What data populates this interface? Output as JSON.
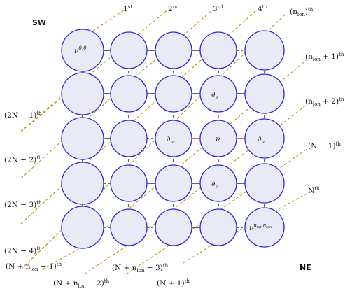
{
  "corners": {
    "sw": "SW",
    "ne": "NE"
  },
  "nodes": {
    "origin": {
      "base": "ν",
      "sup": "0,0"
    },
    "center": "ν",
    "neighbor": "∂",
    "neighbor_sub": "ν",
    "end": {
      "base": "ν",
      "sup": "n",
      "sup_sub1": "lat",
      "sup_sep": ",",
      "sup_n2": "n",
      "sup_sub2": "lon"
    }
  },
  "top_labels": [
    {
      "num": "1",
      "sup": "st"
    },
    {
      "num": "2",
      "sup": "nd"
    },
    {
      "num": "3",
      "sup": "rd"
    },
    {
      "num": "4",
      "sup": "th"
    }
  ],
  "right_labels": {
    "r0": {
      "pre": "(n",
      "sub": "lon",
      "post": ")",
      "sup": "th"
    },
    "r1": {
      "pre": "(n",
      "sub": "lon",
      "post": " + 1)",
      "sup": "th"
    },
    "r2": {
      "pre": "(n",
      "sub": "lon",
      "post": " + 2)",
      "sup": "th"
    },
    "r3": {
      "pre": "(N − 1)",
      "sup": "th"
    },
    "r4": {
      "pre": "N",
      "sup": "th"
    }
  },
  "left_labels": {
    "l1": {
      "text": "(2N − 1)",
      "sup": "th"
    },
    "l2": {
      "text": "(2N − 2)",
      "sup": "th"
    },
    "l3": {
      "text": "(2N − 3)",
      "sup": "th"
    },
    "l4": {
      "text": "(2N − 4)",
      "sup": "th"
    }
  },
  "bottom_labels": {
    "b1": {
      "pre": "(N + n",
      "sub": "lon",
      "post": " − 1)",
      "sup": "th"
    },
    "b2": {
      "pre": "(N + n",
      "sub": "lon",
      "post": " − 2)",
      "sup": "th"
    },
    "b3": {
      "pre": "(N + n",
      "sub": "lon",
      "post": " − 3)",
      "sup": "th"
    },
    "b4": {
      "pre": "(N + 1)",
      "sup": "th"
    }
  },
  "colors": {
    "node_fill": "#eaeaf6",
    "node_stroke": "#2a2ad0",
    "edge": "#111111",
    "highlight_edge": "#d2143c",
    "diagonal": "#b8860b"
  }
}
